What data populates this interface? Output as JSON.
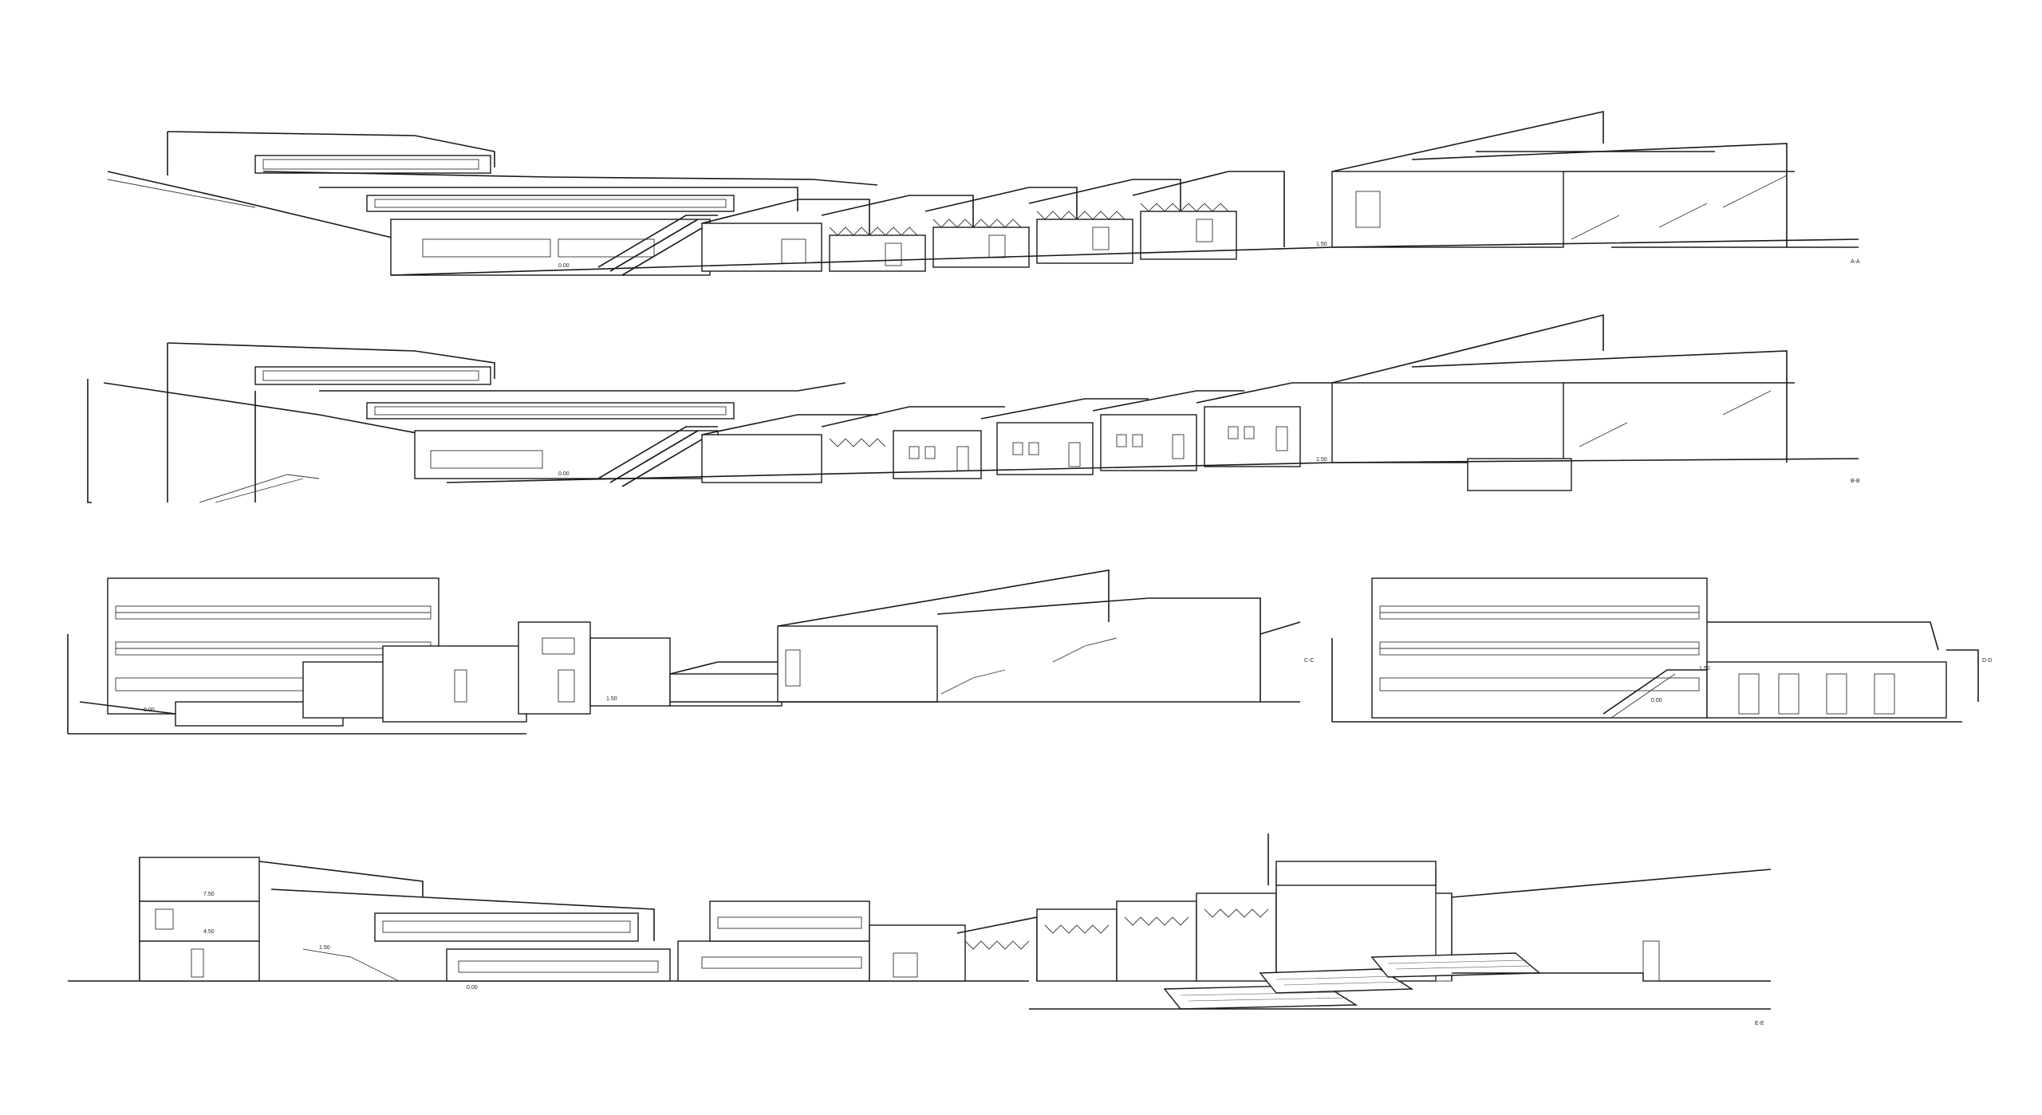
{
  "drawing": {
    "line_color": "#1a1a1a",
    "background": "#ffffff",
    "sections": [
      {
        "id": "elevation-1",
        "tag": "A-A",
        "levels": [
          "0.00",
          "1.50"
        ]
      },
      {
        "id": "elevation-2",
        "tag": "B-B",
        "levels": [
          "0.00",
          "1.50"
        ]
      },
      {
        "id": "elevation-3",
        "tag": "C-C",
        "levels": [
          "0.00",
          "1.50"
        ]
      },
      {
        "id": "elevation-4",
        "tag": "D-D",
        "levels": [
          "0.00",
          "1.50"
        ]
      },
      {
        "id": "elevation-5",
        "tag": "E-E",
        "levels": [
          "7.50",
          "4.50",
          "1.50",
          "0.00"
        ]
      }
    ]
  }
}
